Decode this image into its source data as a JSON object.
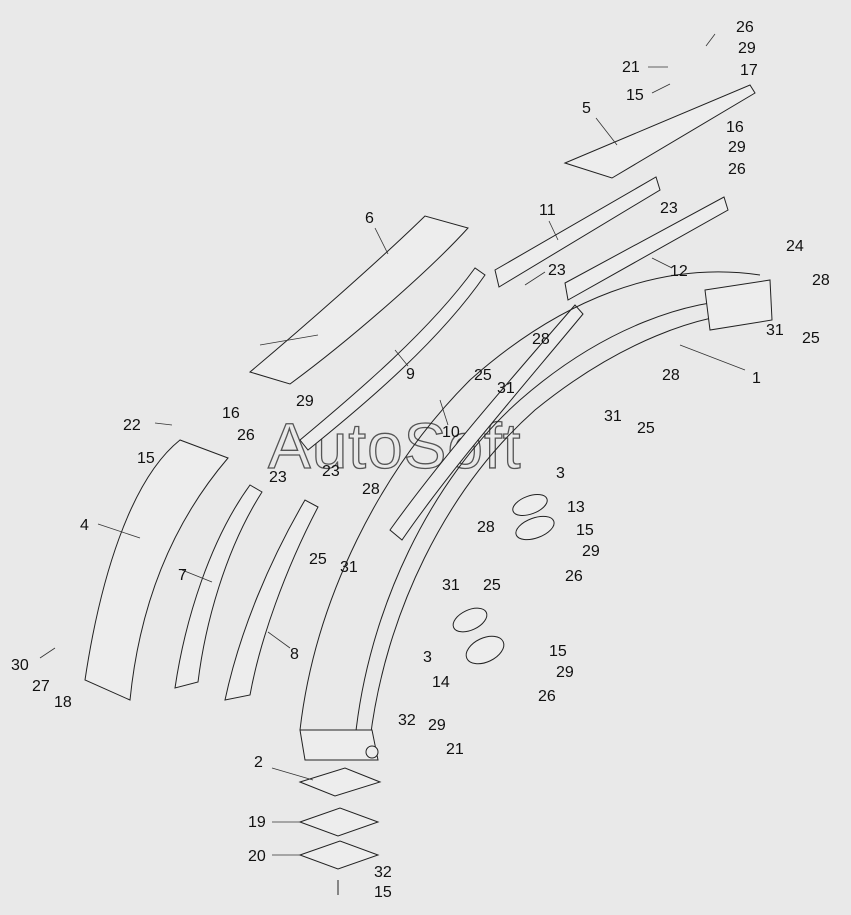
{
  "watermark": "AutoSoft",
  "callouts": [
    {
      "id": "c26a",
      "text": "26"
    },
    {
      "id": "c29a",
      "text": "29"
    },
    {
      "id": "c21a",
      "text": "21"
    },
    {
      "id": "c17",
      "text": "17"
    },
    {
      "id": "c15a",
      "text": "15"
    },
    {
      "id": "c5",
      "text": "5"
    },
    {
      "id": "c16a",
      "text": "16"
    },
    {
      "id": "c29b",
      "text": "29"
    },
    {
      "id": "c26b",
      "text": "26"
    },
    {
      "id": "c23a",
      "text": "23"
    },
    {
      "id": "c11",
      "text": "11"
    },
    {
      "id": "c6",
      "text": "6"
    },
    {
      "id": "c24",
      "text": "24"
    },
    {
      "id": "c23b",
      "text": "23"
    },
    {
      "id": "c12",
      "text": "12"
    },
    {
      "id": "c28a",
      "text": "28"
    },
    {
      "id": "c31a",
      "text": "31"
    },
    {
      "id": "c25a",
      "text": "25"
    },
    {
      "id": "c28b",
      "text": "28"
    },
    {
      "id": "c9",
      "text": "9"
    },
    {
      "id": "c25b",
      "text": "25"
    },
    {
      "id": "c31b",
      "text": "31"
    },
    {
      "id": "c1",
      "text": "1"
    },
    {
      "id": "c28c",
      "text": "28"
    },
    {
      "id": "c16b",
      "text": "16"
    },
    {
      "id": "c29c",
      "text": "29"
    },
    {
      "id": "c31c",
      "text": "31"
    },
    {
      "id": "c22",
      "text": "22"
    },
    {
      "id": "c26c",
      "text": "26"
    },
    {
      "id": "c25c",
      "text": "25"
    },
    {
      "id": "c10",
      "text": "10"
    },
    {
      "id": "c15b",
      "text": "15"
    },
    {
      "id": "c23c",
      "text": "23"
    },
    {
      "id": "c3a",
      "text": "3"
    },
    {
      "id": "c23d",
      "text": "23"
    },
    {
      "id": "c28d",
      "text": "28"
    },
    {
      "id": "c13",
      "text": "13"
    },
    {
      "id": "c4",
      "text": "4"
    },
    {
      "id": "c15c",
      "text": "15"
    },
    {
      "id": "c28e",
      "text": "28"
    },
    {
      "id": "c25d",
      "text": "25"
    },
    {
      "id": "c29d",
      "text": "29"
    },
    {
      "id": "c7",
      "text": "7"
    },
    {
      "id": "c31d",
      "text": "31"
    },
    {
      "id": "c26d",
      "text": "26"
    },
    {
      "id": "c31e",
      "text": "31"
    },
    {
      "id": "c25e",
      "text": "25"
    },
    {
      "id": "c8",
      "text": "8"
    },
    {
      "id": "c15d",
      "text": "15"
    },
    {
      "id": "c3b",
      "text": "3"
    },
    {
      "id": "c30",
      "text": "30"
    },
    {
      "id": "c29e",
      "text": "29"
    },
    {
      "id": "c14",
      "text": "14"
    },
    {
      "id": "c27",
      "text": "27"
    },
    {
      "id": "c26e",
      "text": "26"
    },
    {
      "id": "c18",
      "text": "18"
    },
    {
      "id": "c32a",
      "text": "32"
    },
    {
      "id": "c29f",
      "text": "29"
    },
    {
      "id": "c21b",
      "text": "21"
    },
    {
      "id": "c2",
      "text": "2"
    },
    {
      "id": "c19",
      "text": "19"
    },
    {
      "id": "c20",
      "text": "20"
    },
    {
      "id": "c32b",
      "text": "32"
    },
    {
      "id": "c15e",
      "text": "15"
    }
  ]
}
